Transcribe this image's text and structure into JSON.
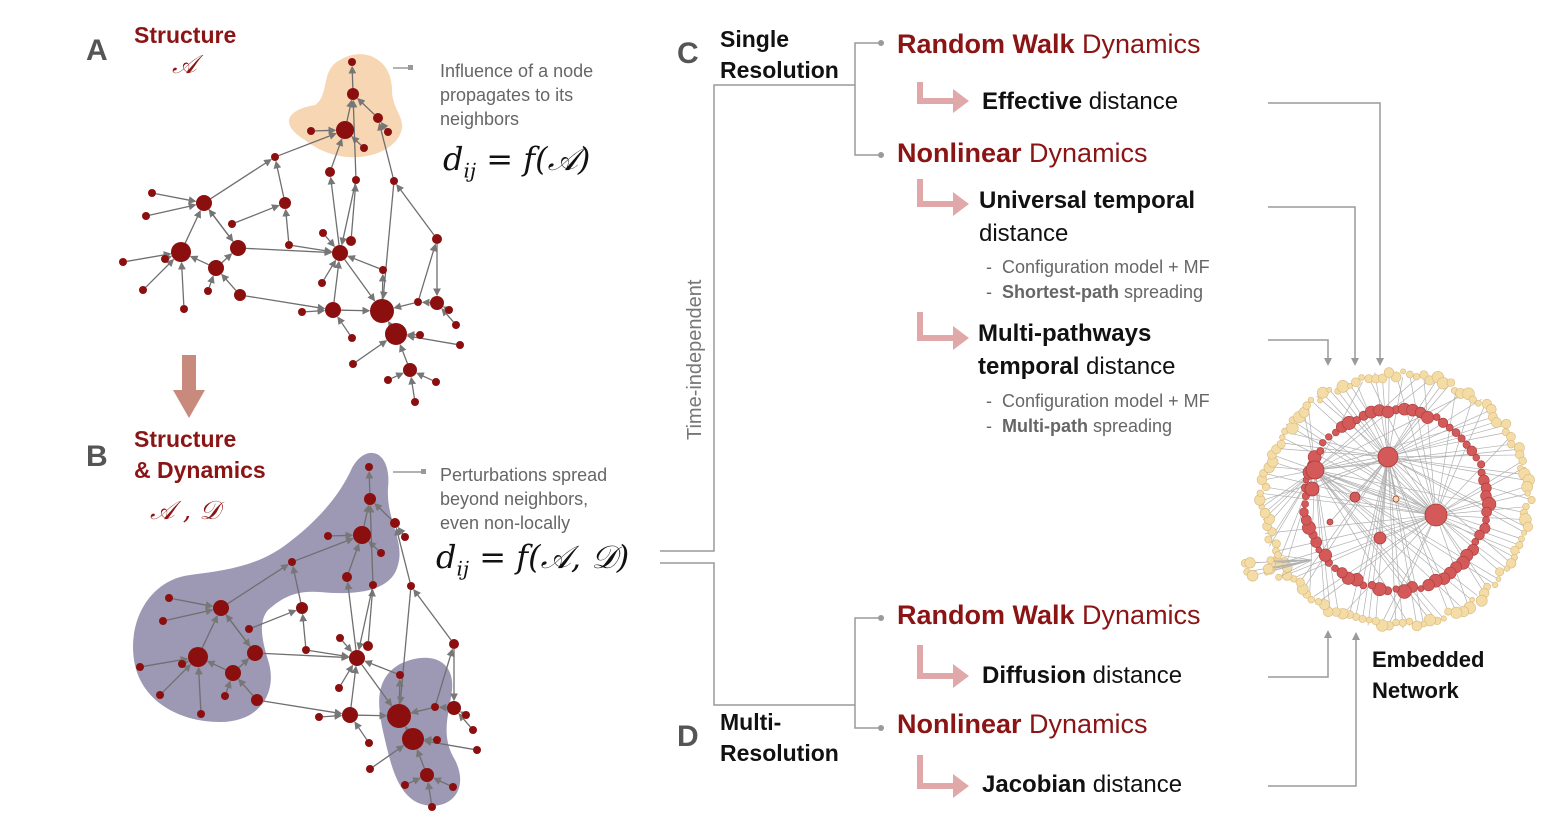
{
  "panels": {
    "A": {
      "letter": "A",
      "title": "Structure",
      "symbol": "𝒜",
      "annotation": [
        "Influence of a node",
        "propagates to its",
        "neighbors"
      ],
      "formula": "d_ij = f(𝒜)",
      "formula_lhs": "d",
      "formula_sub": "ij",
      "formula_rhs": " = f(𝒜)"
    },
    "B": {
      "letter": "B",
      "title_line1": "Structure",
      "title_line2": "& Dynamics",
      "symbol": "𝒜 , 𝒟",
      "annotation": [
        "Perturbations spread",
        "beyond neighbors,",
        "even non-locally"
      ],
      "formula": "d_ij = f(𝒜, 𝒟)",
      "formula_lhs": "d",
      "formula_sub": "ij",
      "formula_rhs": " = f(𝒜, 𝒟)"
    },
    "C": {
      "letter": "C",
      "resolution_line1": "Single",
      "resolution_line2": "Resolution"
    },
    "D": {
      "letter": "D",
      "resolution_line1": "Multi-",
      "resolution_line2": "Resolution"
    }
  },
  "time_label": "Time-independent",
  "branches": {
    "single_rw": {
      "bold": "Random Walk",
      "rest": " Dynamics"
    },
    "effective": {
      "bold": "Effective",
      "rest": " distance"
    },
    "single_nl": {
      "bold": "Nonlinear",
      "rest": " Dynamics"
    },
    "universal": {
      "line1": "Universal temporal",
      "line2": "distance",
      "sub1": "Configuration model + MF",
      "sub2_bold": "Shortest-path",
      "sub2_rest": " spreading"
    },
    "multipath": {
      "line1": "Multi-pathways",
      "line2_bold": "temporal",
      "line2_rest": " distance",
      "sub1": "Configuration model + MF",
      "sub2_bold": "Multi-path",
      "sub2_rest": " spreading"
    },
    "multi_rw": {
      "bold": "Random Walk",
      "rest": " Dynamics"
    },
    "diffusion": {
      "bold": "Diffusion",
      "rest": " distance"
    },
    "multi_nl": {
      "bold": "Nonlinear",
      "rest": " Dynamics"
    },
    "jacobian": {
      "bold": "Jacobian",
      "rest": " distance"
    }
  },
  "embedded_label": [
    "Embedded",
    "Network"
  ],
  "colors": {
    "dark_red": "#8b1414",
    "node_red": "#8b0f0f",
    "orange_blob": "#f6cfa6",
    "purple_blob": "#8f8aa8",
    "pink_arrow": "#e0a8a8",
    "ring_red": "#d45a5a",
    "ring_cream": "#f4dca6",
    "gray_line": "#9a9a9a"
  }
}
